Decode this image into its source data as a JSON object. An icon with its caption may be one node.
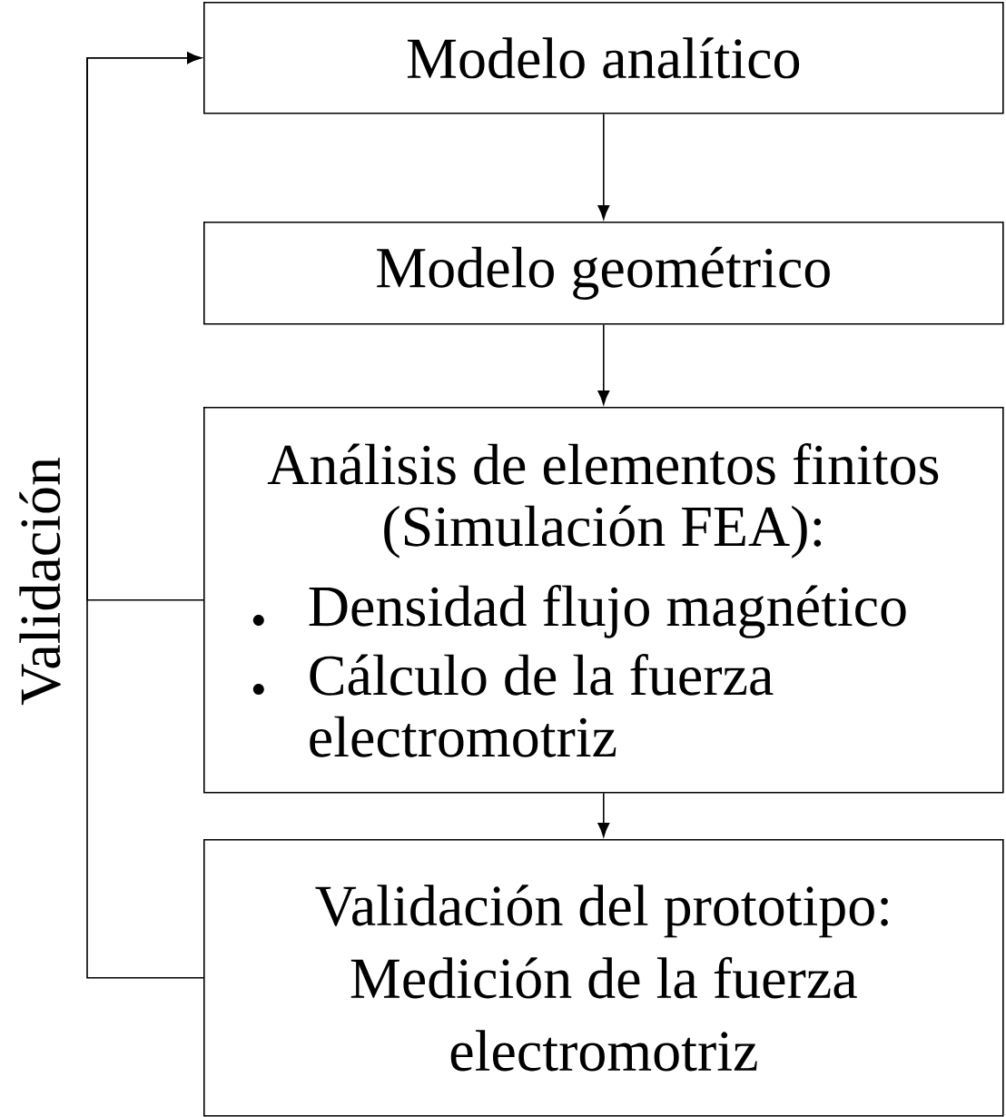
{
  "diagram": {
    "nodes": [
      {
        "text": [
          "Modelo analítico"
        ]
      },
      {
        "text": [
          "Modelo geométrico"
        ]
      },
      {
        "text": [
          "Análisis de elementos finitos (Simulación FEA):",
          "Densidad flujo magnético",
          "Cálculo de la fuerza electromotriz"
        ]
      },
      {
        "text": [
          "Validación del prototipo: Medición de la fuerza electromotriz"
        ]
      }
    ],
    "edges": [
      {
        "from": 0,
        "to": 1,
        "arrow": "to"
      },
      {
        "from": 1,
        "to": 2,
        "arrow": "to"
      },
      {
        "from": 2,
        "to": 3,
        "arrow": "to"
      },
      {
        "from": 2,
        "to": 0,
        "arrow": "to"
      },
      {
        "from": 3,
        "to": 0,
        "arrow": "to"
      }
    ],
    "labels": [
      "Validación"
    ]
  }
}
